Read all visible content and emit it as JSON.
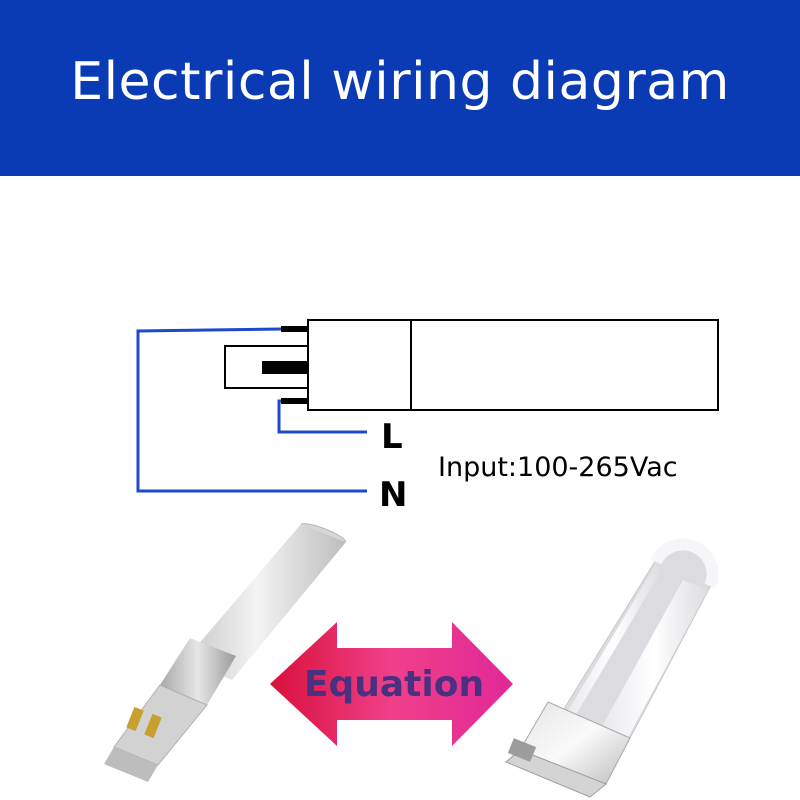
{
  "header": {
    "title": "Electrical wiring diagram",
    "background_color": "#0a3bb4",
    "text_color": "#ffffff"
  },
  "wiring": {
    "live_label": "L",
    "neutral_label": "N",
    "input_label": "Input:100-265Vac",
    "wire_color": "#1e49c8"
  },
  "comparison": {
    "arrow_label": "Equation",
    "arrow_icon": "double-headed-arrow",
    "left_item": "led-tube-lamp",
    "right_item": "u-shaped-fluorescent-lamp"
  }
}
